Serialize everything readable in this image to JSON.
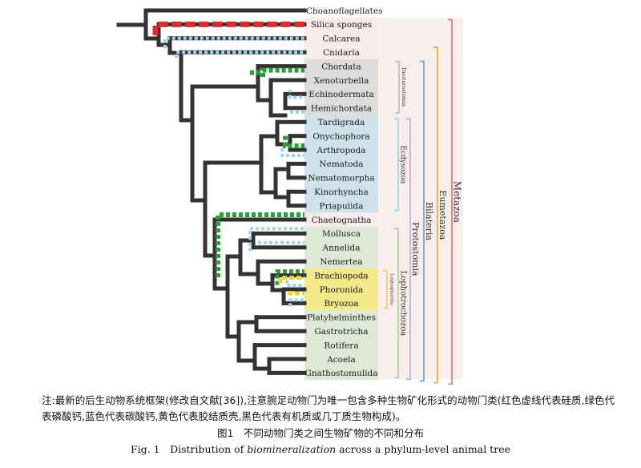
{
  "figure": {
    "taxa": [
      {
        "name": "Choanoflagellates",
        "bg": "#ffffff",
        "color": "#1a1a1a"
      },
      {
        "name": "Silica sponges",
        "bg": "#f7ecea",
        "color": "#1a1a1a"
      },
      {
        "name": "Calcarea",
        "bg": "#f7ecea",
        "color": "#1a1a1a"
      },
      {
        "name": "Cnidaria",
        "bg": "#f7ecea",
        "color": "#1a1a1a"
      },
      {
        "name": "Chordata",
        "bg": "#dcdcdc",
        "color": "#1a1a1a"
      },
      {
        "name": "Xenoturbella",
        "bg": "#dcdcdc",
        "color": "#1a1a1a"
      },
      {
        "name": "Echinodermata",
        "bg": "#dcdcdc",
        "color": "#1a1a1a"
      },
      {
        "name": "Hemichordata",
        "bg": "#dcdcdc",
        "color": "#1a1a1a"
      },
      {
        "name": "Tardigrada",
        "bg": "#cfe2ec",
        "color": "#1a1a1a"
      },
      {
        "name": "Onychophora",
        "bg": "#cfe2ec",
        "color": "#1a1a1a"
      },
      {
        "name": "Arthropoda",
        "bg": "#cfe2ec",
        "color": "#1a1a1a"
      },
      {
        "name": "Nematoda",
        "bg": "#cfe2ec",
        "color": "#1a1a1a"
      },
      {
        "name": "Nematomorpha",
        "bg": "#cfe2ec",
        "color": "#1a1a1a"
      },
      {
        "name": "Kinorhyncha",
        "bg": "#cfe2ec",
        "color": "#1a1a1a"
      },
      {
        "name": "Priapulida",
        "bg": "#cfe2ec",
        "color": "#1a1a1a"
      },
      {
        "name": "Chaetognatha",
        "bg": "#f7ecea",
        "color": "#1a1a1a"
      },
      {
        "name": "Mollusca",
        "bg": "#dde9d6",
        "color": "#1a1a1a"
      },
      {
        "name": "Annelida",
        "bg": "#dde9d6",
        "color": "#1a1a1a"
      },
      {
        "name": "Nemertea",
        "bg": "#dde9d6",
        "color": "#1a1a1a"
      },
      {
        "name": "Brachiopoda",
        "bg": "#f4e88a",
        "color": "#d42020"
      },
      {
        "name": "Phoronida",
        "bg": "#f4e88a",
        "color": "#1a1a1a"
      },
      {
        "name": "Bryozoa",
        "bg": "#f4e88a",
        "color": "#1a1a1a"
      },
      {
        "name": "Platyhelminthes",
        "bg": "#dde9d6",
        "color": "#1a1a1a"
      },
      {
        "name": "Gastrotricha",
        "bg": "#dde9d6",
        "color": "#1a1a1a"
      },
      {
        "name": "Rotifera",
        "bg": "#dde9d6",
        "color": "#1a1a1a"
      },
      {
        "name": "Acoela",
        "bg": "#dde9d6",
        "color": "#1a1a1a"
      },
      {
        "name": "Gnathostomulida",
        "bg": "#dde9d6",
        "color": "#1a1a1a"
      }
    ],
    "groups": {
      "deuterostomia": "Deuterostomia",
      "ecdysozoa": "Ecdysozoa",
      "lophophorata": "Lophophorata",
      "protostomia": "Protostomia",
      "lophotrochozoa": "Lophotrochozoa",
      "bilateria": "Bilateria",
      "eumetazoa": "Eumetazoa",
      "metazoa": "Metazoa"
    },
    "colors": {
      "silica": "#e02a2a",
      "phosphate": "#2e9a3e",
      "carbonate": "#9fd3ea",
      "chitin": "#e8d62a",
      "organic": "#333333",
      "bracket_deut": "#b8b8b8",
      "bracket_ecd": "#9fcfe6",
      "bracket_lophora": "#f0c860",
      "bracket_prot": "#b9a8d8",
      "bracket_lophotroch": "#a8d09a",
      "bracket_bilateria": "#6a9ad8",
      "bracket_eumetazoa": "#f0a030",
      "bracket_metazoa": "#e07070"
    }
  },
  "note": "注:最新的后生动物系统框架(修改自文献[36]),注意腕足动物门为唯一包含多种生物矿化形式的动物门类(红色虚线代表硅质,绿色代表磷酸钙,蓝色代表碳酸钙,黄色代表胶结质壳,黑色代表有机质或几丁质生物构成)。",
  "caption_cn": "图1　不同动物门类之间生物矿物的不同和分布",
  "caption_en_prefix": "Fig. 1　Distribution of ",
  "caption_en_italic": "biomineralization",
  "caption_en_suffix": " across a phylum-level animal tree"
}
